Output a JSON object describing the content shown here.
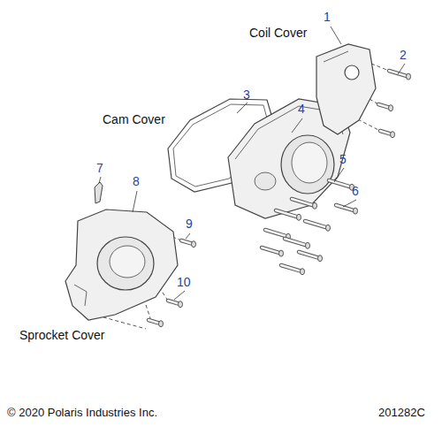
{
  "diagram": {
    "labels": [
      "1",
      "Coil Cover",
      "2",
      "3",
      "Cam Cover",
      "4",
      "5",
      "6",
      "7",
      "8",
      "9",
      "10",
      "Sprocket Cover",
      "© 2020 Polaris Industries Inc.",
      "201282C"
    ]
  }
}
